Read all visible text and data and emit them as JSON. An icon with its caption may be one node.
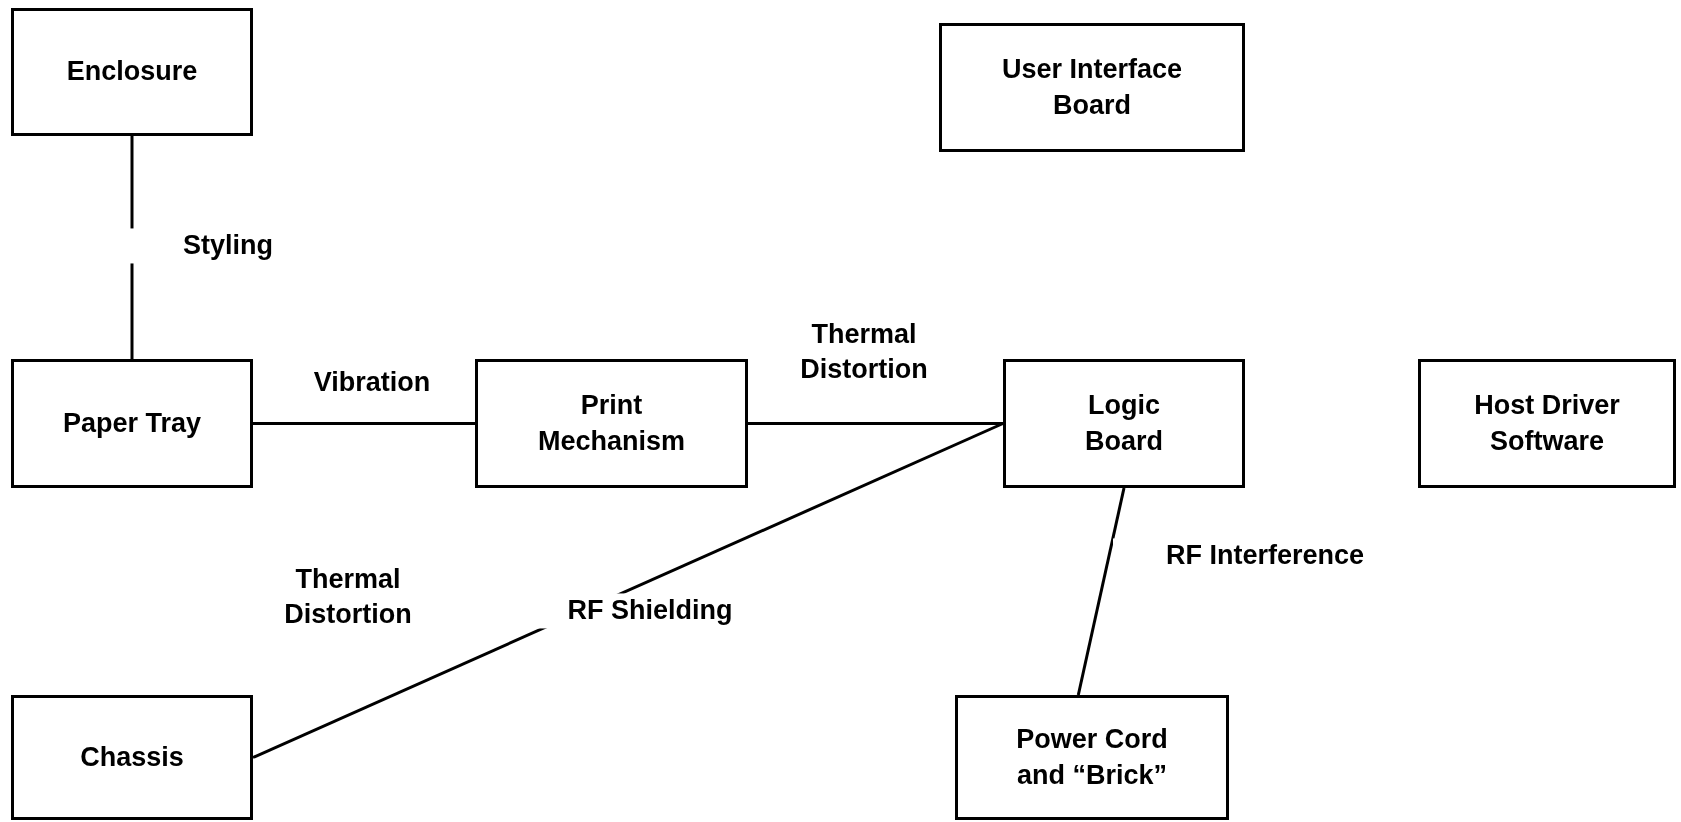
{
  "diagram": {
    "nodes": [
      {
        "text": [
          "Enclosure"
        ]
      },
      {
        "text": [
          "User Interface Board"
        ]
      },
      {
        "text": [
          "Paper Tray"
        ]
      },
      {
        "text": [
          "Print Mechanism"
        ]
      },
      {
        "text": [
          "Logic Board"
        ]
      },
      {
        "text": [
          "Host Driver Software"
        ]
      },
      {
        "text": [
          "Chassis"
        ]
      },
      {
        "text": [
          "Power Cord and “Brick”"
        ]
      }
    ],
    "edges": [
      {
        "from": 0,
        "to": 2,
        "arrow": "none",
        "label": "Styling"
      },
      {
        "from": 2,
        "to": 3,
        "arrow": "none",
        "label": "Vibration"
      },
      {
        "from": 3,
        "to": 4,
        "arrow": "none",
        "label": "Thermal Distortion"
      },
      {
        "from": 6,
        "to": 4,
        "arrow": "none",
        "label": "RF Shielding"
      },
      {
        "from": 4,
        "to": 7,
        "arrow": "none",
        "label": "RF Interference"
      }
    ],
    "labels": [
      "Thermal Distortion"
    ]
  }
}
